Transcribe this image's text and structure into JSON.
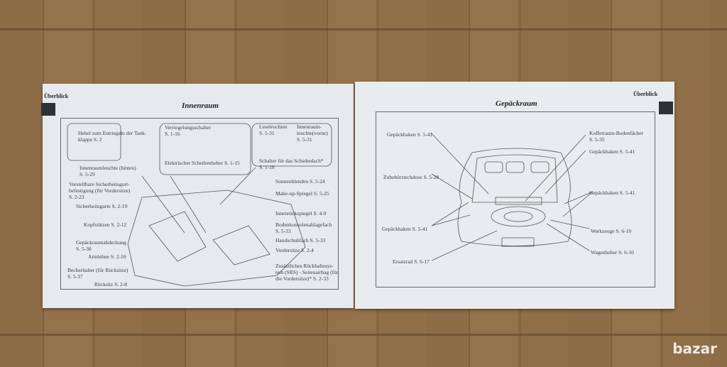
{
  "left_page": {
    "header": "Überblick",
    "title": "Innenraum",
    "labels": [
      "Hebel zum Entriegeln der Tank-",
      "klappe S. 2",
      "Verriegelungsschalter",
      "S. 1-16",
      "Elektrischer Scheibenheber S. 1-15",
      "Leseleuchten",
      "S. 5-31",
      "Innenraum-",
      "leuchte(vorne)",
      "S. 5-31",
      "Schalter für das Schiebedach*",
      "S. 1-18",
      "Innenraumleuchte (hinten)",
      "S. 5-29",
      "Verstellbare Sicherheitsgurt-",
      "befestigung (für Vordersitze)",
      "S. 2-23",
      "Sicherheitsgurte S. 2-19",
      "Kopfstützen S. 2-12",
      "Gepäckraumabdeckung",
      "S. 5-38",
      "Armlehne S. 2-10",
      "Becherhalter (für Rücksitze)",
      "S. 5-37",
      "Rücksitz S. 2-8",
      "Sonnenblenden S. 5-24",
      "Make-up-Spiegel S. 5-25",
      "Innenrückspiegel S. 4-9",
      "Bodenkonsolenablagefach",
      "S. 5-33",
      "Handschuhfach S. 5-33",
      "Vordersitze S. 2-4",
      "Zusätzliches Rückhaltesys-",
      "tem (SRS) - Seitenairbag (für",
      "die Vordersitze)* S. 2-33"
    ]
  },
  "right_page": {
    "header": "Überblick",
    "title": "Gepäckraum",
    "labels": [
      "Gepäckhaken S. 5-41",
      "Kofferraum-Bodenfächer",
      "S. 5-35",
      "Gepäckhaken S. 5-41",
      "Zubehörsteckdose S. 5-28",
      "Gepäckhaken S. 5-41",
      "Gepäckhaken S. 5-41",
      "Werkzeuge S. 6-10",
      "Wagenheber S. 6-10",
      "Ersatzrad S. 6-17"
    ]
  },
  "watermark": "bazar"
}
